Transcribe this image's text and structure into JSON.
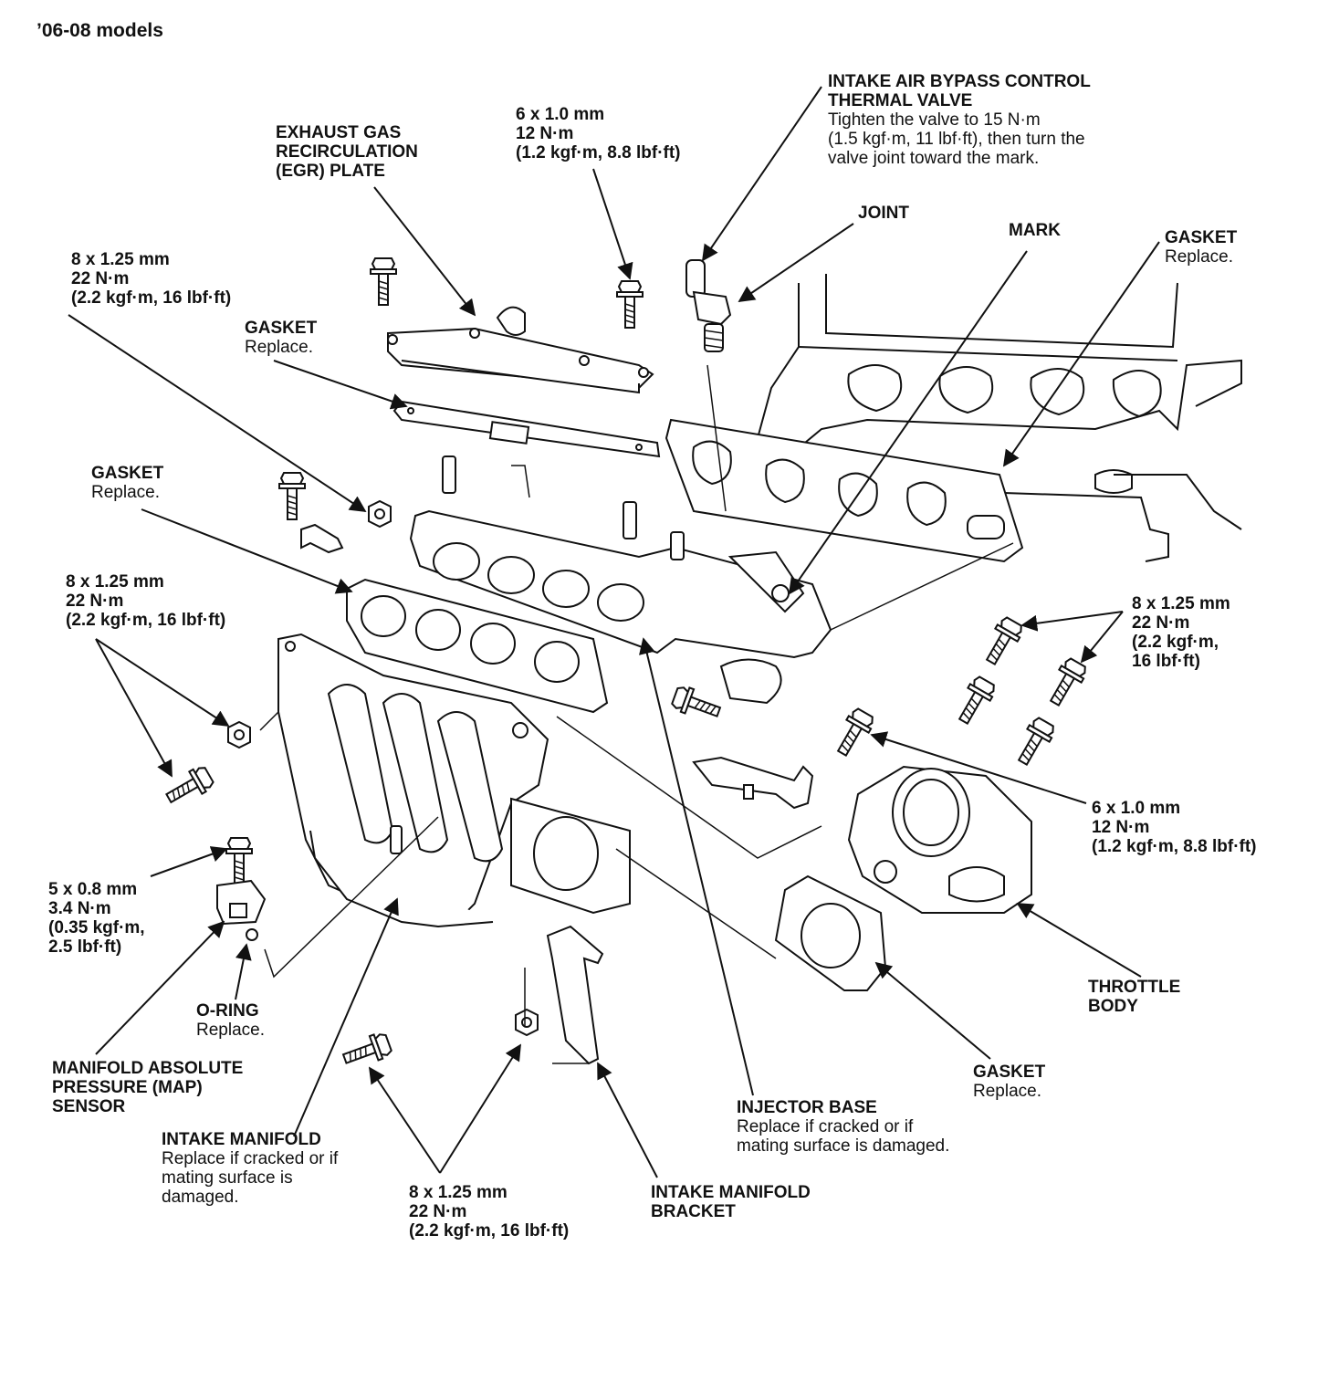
{
  "header": {
    "models": "’06-08 models"
  },
  "labels": {
    "egr_plate": {
      "line1": "EXHAUST GAS",
      "line2": "RECIRCULATION",
      "line3": "(EGR) PLATE"
    },
    "egr_bolt_spec": {
      "line1": "6 x 1.0 mm",
      "line2": "12 N·m",
      "line3": "(1.2 kgf·m, 8.8 lbf·ft)"
    },
    "bypass_valve": {
      "line1": "INTAKE AIR BYPASS CONTROL",
      "line2": "THERMAL VALVE",
      "note1": "Tighten the valve to 15 N·m",
      "note2": "(1.5 kgf·m, 11 lbf·ft), then turn the",
      "note3": "valve joint toward the mark."
    },
    "joint": "JOINT",
    "mark": "MARK",
    "gasket_top_right": {
      "name": "GASKET",
      "note": "Replace."
    },
    "top_left_spec": {
      "line1": "8 x 1.25 mm",
      "line2": "22 N·m",
      "line3": "(2.2 kgf·m, 16 lbf·ft)"
    },
    "gasket_egr": {
      "name": "GASKET",
      "note": "Replace."
    },
    "gasket_left": {
      "name": "GASKET",
      "note": "Replace."
    },
    "mid_left_spec": {
      "line1": "8 x 1.25 mm",
      "line2": "22 N·m",
      "line3": "(2.2 kgf·m, 16 lbf·ft)"
    },
    "right_spec": {
      "line1": "8 x 1.25 mm",
      "line2": "22 N·m",
      "line3": "(2.2 kgf·m,",
      "line4": "16 lbf·ft)"
    },
    "throttle_bolt_spec": {
      "line1": "6 x 1.0 mm",
      "line2": "12 N·m",
      "line3": "(1.2 kgf·m, 8.8 lbf·ft)"
    },
    "map_spec": {
      "line1": "5 x 0.8 mm",
      "line2": "3.4 N·m",
      "line3": "(0.35 kgf·m,",
      "line4": "2.5 lbf·ft)"
    },
    "o_ring": {
      "name": "O-RING",
      "note": "Replace."
    },
    "throttle_body": {
      "line1": "THROTTLE",
      "line2": "BODY"
    },
    "map_sensor": {
      "line1": "MANIFOLD ABSOLUTE",
      "line2": "PRESSURE (MAP)",
      "line3": "SENSOR"
    },
    "gasket_throttle": {
      "name": "GASKET",
      "note": "Replace."
    },
    "injector_base": {
      "name": "INJECTOR BASE",
      "note1": "Replace if cracked or if",
      "note2": "mating surface is damaged."
    },
    "intake_manifold": {
      "name": "INTAKE MANIFOLD",
      "note1": "Replace if cracked or if",
      "note2": "mating surface is",
      "note3": "damaged."
    },
    "bottom_spec": {
      "line1": "8 x 1.25 mm",
      "line2": "22 N·m",
      "line3": "(2.2 kgf·m, 16 lbf·ft)"
    },
    "manifold_bracket": {
      "line1": "INTAKE MANIFOLD",
      "line2": "BRACKET"
    }
  }
}
